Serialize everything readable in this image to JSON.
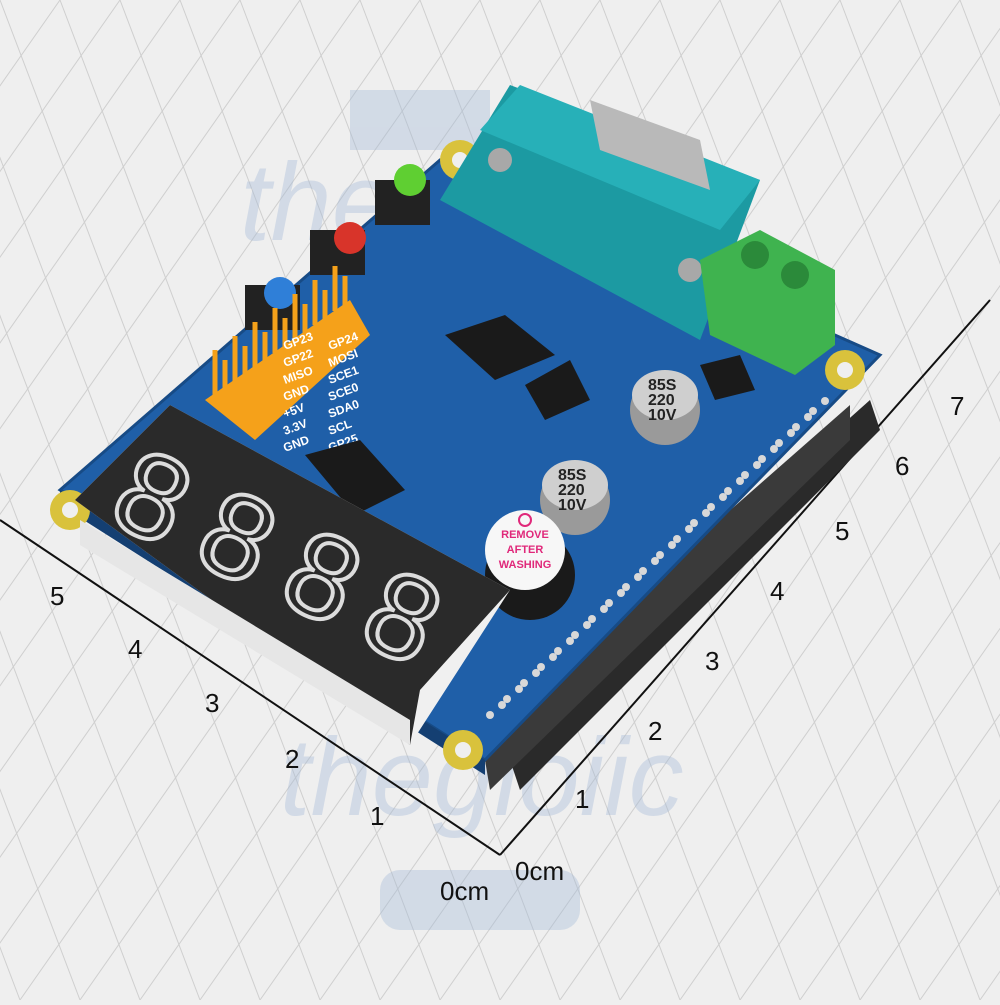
{
  "watermark": {
    "brand": "thegioiic"
  },
  "ruler": {
    "unit": "cm",
    "left_ticks": [
      "0cm",
      "1",
      "2",
      "3",
      "4",
      "5"
    ],
    "right_ticks": [
      "0cm",
      "1",
      "2",
      "3",
      "4",
      "5",
      "6",
      "7"
    ]
  },
  "board": {
    "silkscreen": [
      "GP23",
      "GP24",
      "GP22",
      "MOSI",
      "MISO",
      "SCE1",
      "GND",
      "SCE0",
      "+5V",
      "SDA0",
      "3.3V",
      "SCL",
      "GND",
      "GP25"
    ],
    "seven_segment_digits": [
      "8",
      "8",
      "8",
      "8"
    ],
    "buzzer_sticker": [
      "REMOVE",
      "AFTER",
      "WASHING"
    ],
    "capacitors": [
      {
        "lines": [
          "85S",
          "220",
          "10V"
        ]
      },
      {
        "lines": [
          "85S",
          "220",
          "10V"
        ]
      }
    ],
    "buttons": [
      {
        "color": "#2f7fd8"
      },
      {
        "color": "#d8342a"
      },
      {
        "color": "#5fcf32"
      }
    ],
    "colors": {
      "pcb": "#1f5fa8",
      "db9": "#1c9aa2",
      "terminal": "#3fb34f",
      "header": "#f5a11a"
    }
  }
}
